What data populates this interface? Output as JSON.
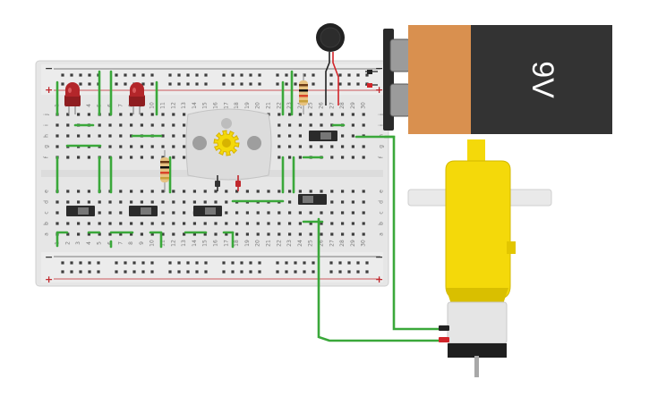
{
  "battery": {
    "label": "9V"
  },
  "breadboard": {
    "rail_minus": "−",
    "rail_plus": "+",
    "row_letters_top": [
      "j",
      "i",
      "h",
      "g",
      "f"
    ],
    "row_letters_bottom": [
      "e",
      "d",
      "c",
      "b",
      "a"
    ],
    "column_numbers": [
      "1",
      "2",
      "3",
      "4",
      "5",
      "6",
      "7",
      "8",
      "9",
      "10",
      "11",
      "12",
      "13",
      "14",
      "15",
      "16",
      "17",
      "18",
      "19",
      "20",
      "21",
      "22",
      "23",
      "24",
      "25",
      "26",
      "27",
      "28",
      "29",
      "30"
    ]
  },
  "colors": {
    "wire_green": "#3aa83a",
    "wire_red": "#d2252a",
    "wire_black": "#222222",
    "board": "#e8e8e8",
    "motor_yellow": "#f4d90a",
    "battery_orange": "#d9904f",
    "battery_dark": "#333333",
    "led_red": "#b3262a"
  },
  "icons": {
    "battery": "9v-battery-icon",
    "gear_motor": "yellow-gear-motor-icon",
    "dc_motor": "dc-motor-icon",
    "vibration_motor": "vibration-motor-icon"
  }
}
